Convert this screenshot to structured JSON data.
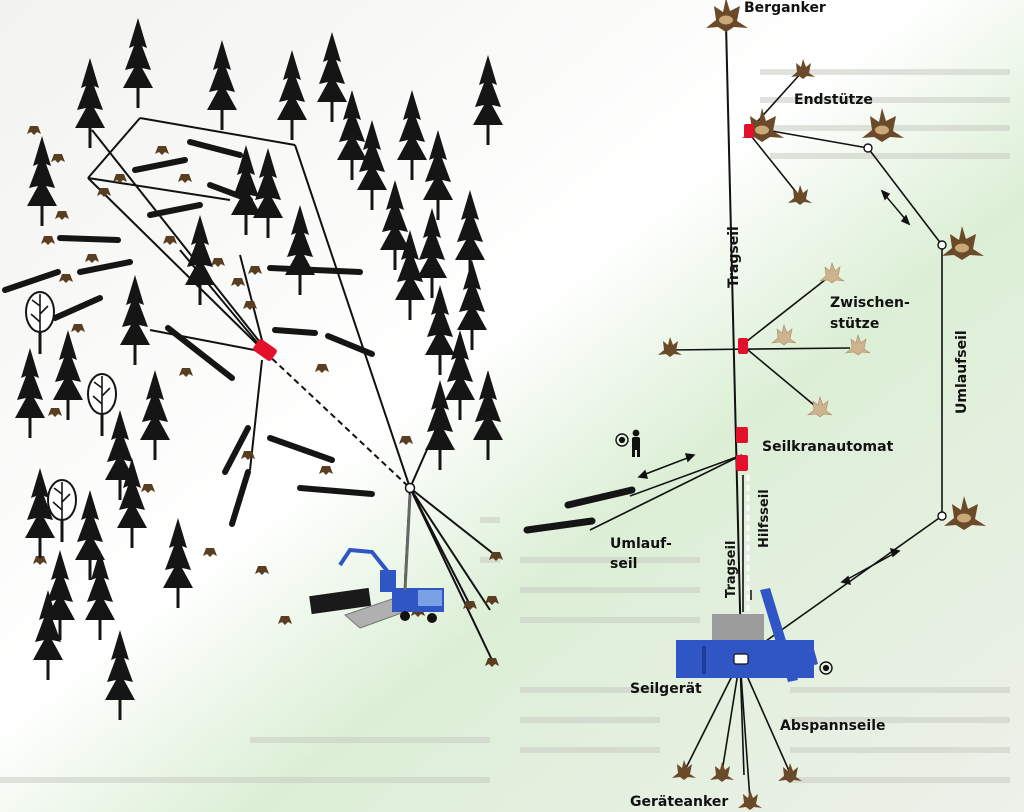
{
  "colors": {
    "page": "#eef0ea",
    "tint": "#cfe6c8",
    "tree": "#151515",
    "rope": "#111111",
    "anchor": "#6b4a2a",
    "anchor_light": "#cdb38e",
    "carriage": "#e3102b",
    "machine": "#2f56c4",
    "machine_grey": "#9c9c9c"
  },
  "icons": [
    "tree-icon",
    "log-icon",
    "stump-icon",
    "anchor-icon",
    "pulley-icon",
    "person-icon",
    "cable-crane-truck-icon"
  ],
  "labels": {
    "berganker": "Berganker",
    "endstuetze": "Endstütze",
    "tragseil_top": "Tragseil",
    "zwischen_1": "Zwischen-",
    "zwischen_2": "stütze",
    "umlaufseil_right": "Umlaufseil",
    "seilkranautomat": "Seilkranautomat",
    "umlauf_1": "Umlauf-",
    "umlauf_2": "seil",
    "tragseil_bottom": "Tragseil",
    "hilfsseil": "Hilfsseil",
    "seilgeraet": "Seilgerät",
    "abspannseile": "Abspannseile",
    "geraeteanker": "Geräteanker"
  }
}
